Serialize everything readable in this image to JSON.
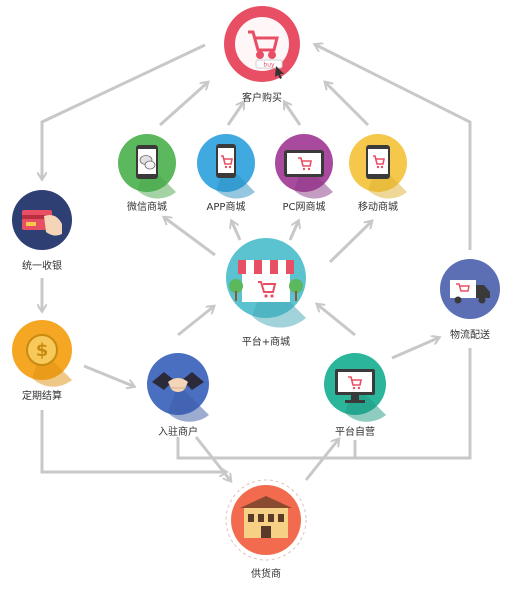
{
  "nodes": {
    "customer": {
      "label": "客户购买",
      "color": "#e84f64",
      "badge": "buy"
    },
    "wechat": {
      "label": "微信商城",
      "color": "#5cb85c"
    },
    "app": {
      "label": "APP商城",
      "color": "#3fa9e0"
    },
    "pc": {
      "label": "PC网商城",
      "color": "#a84a9e"
    },
    "mobile": {
      "label": "移动商城",
      "color": "#f5c84c"
    },
    "cashier": {
      "label": "统一收银",
      "color": "#2e3f73"
    },
    "platform": {
      "label": "平台+商城",
      "color": "#5bc2cf"
    },
    "logistics": {
      "label": "物流配送",
      "color": "#5c6fb5"
    },
    "settlement": {
      "label": "定期结算",
      "color": "#f5a623"
    },
    "merchant": {
      "label": "入驻商户",
      "color": "#4a6fc1"
    },
    "selfop": {
      "label": "平台自营",
      "color": "#2bb59a"
    },
    "supplier": {
      "label": "供货商",
      "color": "#f26b4f"
    }
  },
  "colors": {
    "arrow": "#c8c8c8",
    "label": "#333333"
  }
}
